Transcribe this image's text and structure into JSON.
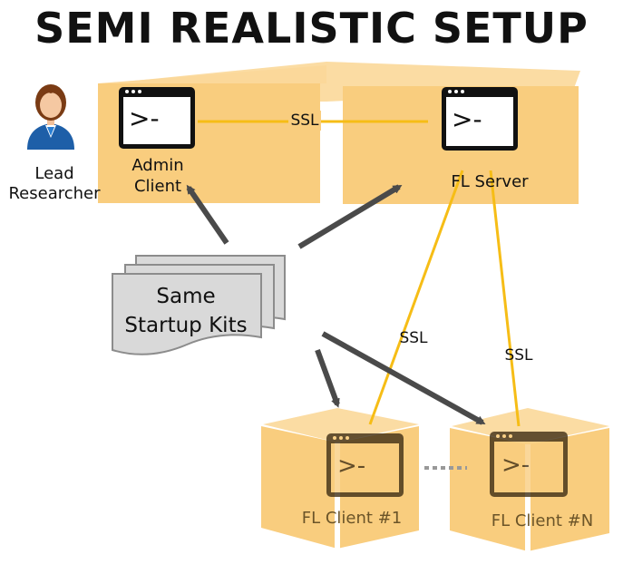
{
  "title": "SEMI REALISTIC SETUP",
  "researcher": {
    "line1": "Lead",
    "line2": "Researcher"
  },
  "admin": {
    "line1": "Admin",
    "line2": "Client"
  },
  "server": {
    "label": "FL Server"
  },
  "kits": {
    "line1": "Same",
    "line2": "Startup Kits"
  },
  "ssl_labels": {
    "top": "SSL",
    "left": "SSL",
    "right": "SSL"
  },
  "clients": [
    {
      "label": "FL Client #1"
    },
    {
      "label": "FL Client #N"
    }
  ],
  "terminal_prompt": ">-",
  "colors": {
    "box": "#f9cd7e",
    "box_light": "#fbdca3",
    "ssl_line": "#f6bd16",
    "arrow": "#4a4a4a",
    "terminal": "#111111",
    "kits_fill": "#d9d9d9"
  }
}
